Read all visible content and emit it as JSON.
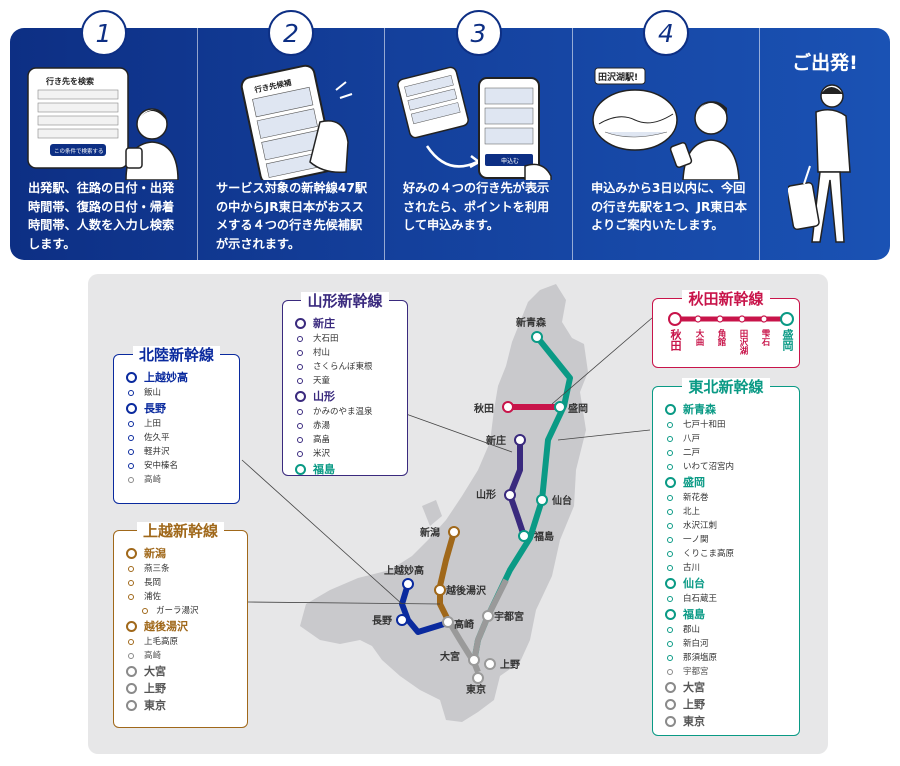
{
  "steps": [
    {
      "number": "1",
      "text": "出発駅、往路の日付・出発時間帯、復路の日付・帰着時間帯、人数を入力し検索します。",
      "illus": {
        "screen_title": "行き先を検索",
        "screen_button": "この条件で検索する"
      }
    },
    {
      "number": "2",
      "text": "サービス対象の新幹線47駅の中からJR東日本がおススメする４つの行き先候補駅が示されます。",
      "illus": {
        "screen_title": "行き先候補"
      }
    },
    {
      "number": "3",
      "text": "好みの４つの行き先が表示されたら、ポイントを利用して申込みます。",
      "illus": {
        "screen_button": "申込む"
      }
    },
    {
      "number": "4",
      "text": "申込みから3日以内に、今回の行き先駅を1つ、JR東日本よりご案内いたします。",
      "illus": {
        "speech": "田沢湖駅!"
      }
    }
  ],
  "departure": {
    "label": "ご出発!"
  },
  "map_labels": {
    "shinaomori": "新青森",
    "akita": "秋田",
    "morioka": "盛岡",
    "shinjo": "新庄",
    "yamagata": "山形",
    "sendai": "仙台",
    "fukushima": "福島",
    "niigata": "新潟",
    "joetsumyoko": "上越妙高",
    "echigoyuzawa": "越後湯沢",
    "nagano": "長野",
    "takasaki": "高崎",
    "utsunomiya": "宇都宮",
    "omiya": "大宮",
    "ueno": "上野",
    "tokyo": "東京"
  },
  "lines": {
    "hokuriku": {
      "title": "北陸新幹線",
      "color": "#0a2a9e",
      "stations": [
        {
          "name": "上越妙高",
          "major": true
        },
        {
          "name": "飯山"
        },
        {
          "name": "長野",
          "major": true
        },
        {
          "name": "上田"
        },
        {
          "name": "佐久平"
        },
        {
          "name": "軽井沢"
        },
        {
          "name": "安中榛名"
        },
        {
          "name": "高崎",
          "grey": true
        }
      ]
    },
    "yamagata": {
      "title": "山形新幹線",
      "color": "#3a2a7e",
      "stations": [
        {
          "name": "新庄",
          "major": true
        },
        {
          "name": "大石田"
        },
        {
          "name": "村山"
        },
        {
          "name": "さくらんぼ東根"
        },
        {
          "name": "天童"
        },
        {
          "name": "山形",
          "major": true
        },
        {
          "name": "かみのやま温泉"
        },
        {
          "name": "赤湯"
        },
        {
          "name": "高畠"
        },
        {
          "name": "米沢"
        },
        {
          "name": "福島",
          "major": true,
          "teal": true
        }
      ]
    },
    "akita": {
      "title": "秋田新幹線",
      "color": "#c8144a",
      "stations": [
        "秋田",
        "大曲",
        "角館",
        "田沢湖",
        "雫石",
        "盛岡"
      ]
    },
    "tohoku": {
      "title": "東北新幹線",
      "color": "#0a9a85",
      "stations": [
        {
          "name": "新青森",
          "major": true
        },
        {
          "name": "七戸十和田"
        },
        {
          "name": "八戸"
        },
        {
          "name": "二戸"
        },
        {
          "name": "いわて沼宮内"
        },
        {
          "name": "盛岡",
          "major": true
        },
        {
          "name": "新花巻"
        },
        {
          "name": "北上"
        },
        {
          "name": "水沢江刺"
        },
        {
          "name": "一ノ関"
        },
        {
          "name": "くりこま高原"
        },
        {
          "name": "古川"
        },
        {
          "name": "仙台",
          "major": true
        },
        {
          "name": "白石蔵王"
        },
        {
          "name": "福島",
          "major": true
        },
        {
          "name": "郡山"
        },
        {
          "name": "新白河"
        },
        {
          "name": "那須塩原"
        },
        {
          "name": "宇都宮",
          "grey": true
        },
        {
          "name": "大宮",
          "major": true,
          "grey": true
        },
        {
          "name": "上野",
          "major": true,
          "grey": true
        },
        {
          "name": "東京",
          "major": true,
          "grey": true
        }
      ]
    },
    "joetsu": {
      "title": "上越新幹線",
      "color": "#a0681a",
      "stations": [
        {
          "name": "新潟",
          "major": true
        },
        {
          "name": "燕三条"
        },
        {
          "name": "長岡"
        },
        {
          "name": "浦佐"
        },
        {
          "name": "ガーラ湯沢",
          "branch": true
        },
        {
          "name": "越後湯沢",
          "major": true
        },
        {
          "name": "上毛高原"
        },
        {
          "name": "高崎",
          "grey": true
        },
        {
          "name": "大宮",
          "major": true,
          "grey": true
        },
        {
          "name": "上野",
          "major": true,
          "grey": true
        },
        {
          "name": "東京",
          "major": true,
          "grey": true
        }
      ]
    }
  }
}
